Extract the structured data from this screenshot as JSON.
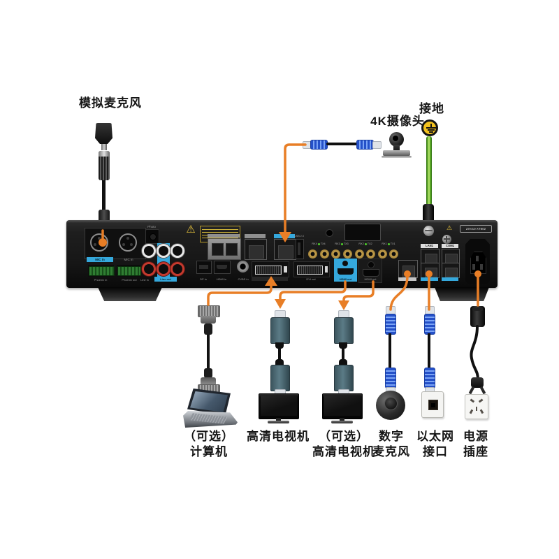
{
  "colors": {
    "accent_orange": "#E87E26",
    "highlight_blue": "#35A8DC",
    "ground_green": "#6CBF2E",
    "ground_badge_yellow": "#F2C11E"
  },
  "top_labels": {
    "analog_mic": "模拟麦克风",
    "camera_4k": "4K摄像头",
    "grounding": "接地"
  },
  "bottom_labels": {
    "computer_line1": "（可选）",
    "computer_line2": "计算机",
    "hdtv": "高清电视机",
    "optional_hdtv_line1": "（可选）",
    "optional_hdtv_line2": "高清电视机",
    "digital_mic_line1": "数字",
    "digital_mic_line2": "麦克风",
    "ethernet_line1": "以太网",
    "ethernet_line2": "接口",
    "power_line1": "电源",
    "power_line2": "插座"
  },
  "panel": {
    "model": "ZXV10 XT802",
    "mic_in_active": "MIC in",
    "mic_in_2": "MIC in",
    "phoenix_in": "Phoenix in",
    "phoenix_out": "Phoenix out",
    "photo": "Photo",
    "line_in": "Line in",
    "line_out": "Line out",
    "dp_in": "DP in",
    "hdmi_in": "HDMI in",
    "cvbs_in": "CVBS in",
    "dvi_out": "DVI out",
    "hdmi_out_1": "HDMI out",
    "hdmi_out_2": "HDMI out",
    "usb": "USB 2.0",
    "lan1": "LAN1",
    "com1": "COM1",
    "rxtx": [
      "RX4",
      "TX4",
      "RX3",
      "TX3",
      "RX2",
      "TX2",
      "RX1",
      "TX1"
    ]
  }
}
